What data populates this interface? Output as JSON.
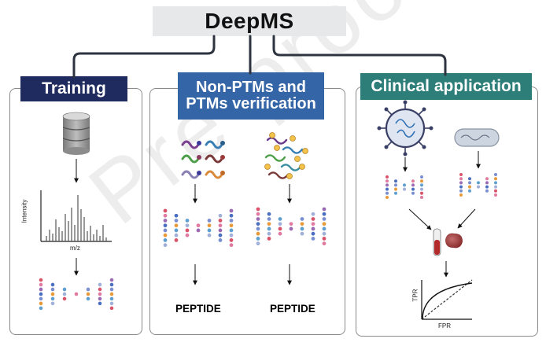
{
  "title": "DeepMS",
  "watermark": "Pre-proofs",
  "panels": {
    "training": {
      "header": "Training",
      "spectrum_x_label": "m/z",
      "spectrum_y_label": "Intensity"
    },
    "verification": {
      "header_line1": "Non-PTMs and",
      "header_line2": "PTMs verification",
      "left_output": "PEPTIDE",
      "right_output": "PEPTIDE"
    },
    "clinical": {
      "header": "Clinical application",
      "roc_x_label": "FPR",
      "roc_y_label": "TPR"
    }
  },
  "colors": {
    "title_box": "#e6e8ea",
    "training_header": "#1f2a5e",
    "verification_header": "#3465a6",
    "clinical_header": "#2d7e78",
    "connector": "#2e3340",
    "panel_border": "#8a8a8a"
  }
}
